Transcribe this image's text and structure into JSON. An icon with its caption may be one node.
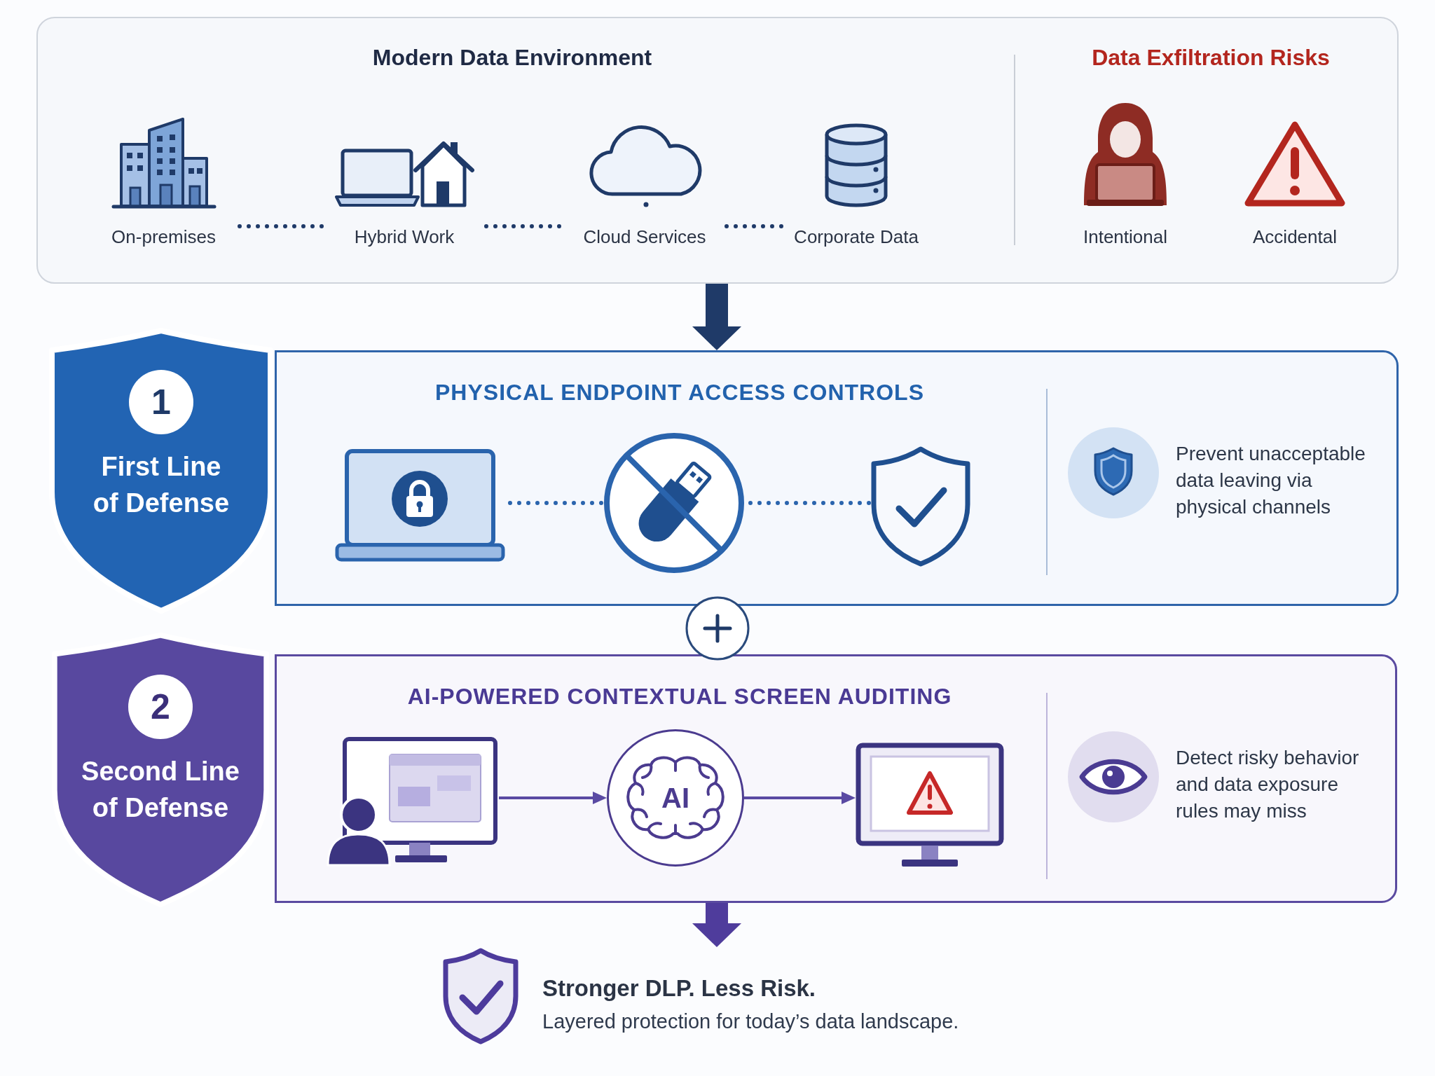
{
  "diagram": {
    "nodes": [
      {
        "text": [
          "Modern Data Environment",
          "Data Exfiltration Risks"
        ]
      },
      {
        "text": [
          "On-premises"
        ],
        "in": 0
      },
      {
        "text": [
          "Hybrid Work"
        ],
        "in": 0
      },
      {
        "text": [
          "Cloud Services"
        ],
        "in": 0
      },
      {
        "text": [
          "Corporate Data"
        ],
        "in": 0
      },
      {
        "text": [
          "Intentional"
        ],
        "in": 0
      },
      {
        "text": [
          "Accidental"
        ],
        "in": 0
      },
      {
        "text": [
          "1",
          "First Line of Defense"
        ]
      },
      {
        "text": [
          "PHYSICAL ENDPOINT ACCESS CONTROLS",
          "Prevent unacceptable data leaving via physical channels"
        ]
      },
      {
        "text": [],
        "shape": "picture",
        "in": 8
      },
      {
        "text": [],
        "shape": "picture",
        "in": 8
      },
      {
        "text": [],
        "shape": "picture",
        "in": 8
      },
      {
        "text": [
          "2",
          "Second Line of Defense"
        ]
      },
      {
        "text": [
          "AI-POWERED CONTEXTUAL SCREEN AUDITING",
          "Detect risky behavior and data exposure rules may miss"
        ]
      },
      {
        "text": [],
        "shape": "picture",
        "in": 13
      },
      {
        "text": [
          "AI"
        ],
        "in": 13
      },
      {
        "text": [],
        "shape": "picture",
        "in": 13
      },
      {
        "text": [
          "Stronger DLP. Less Risk.",
          "Layered protection for today’s data landscape."
        ]
      }
    ],
    "edges": [
      {
        "from": 1,
        "to": 2,
        "arrow": "none",
        "style": "dashed"
      },
      {
        "from": 2,
        "to": 3,
        "arrow": "none",
        "style": "dashed"
      },
      {
        "from": 3,
        "to": 4,
        "arrow": "none",
        "style": "dashed"
      },
      {
        "from": 0,
        "to": 8,
        "arrow": "to",
        "style": "thick"
      },
      {
        "from": 9,
        "to": 10,
        "arrow": "none",
        "style": "dashed",
        "color": "#2a64ad"
      },
      {
        "from": 10,
        "to": 11,
        "arrow": "none",
        "style": "dashed",
        "color": "#2a64ad"
      },
      {
        "from": 14,
        "to": 15,
        "arrow": "to",
        "color": "#5a4aa3"
      },
      {
        "from": 15,
        "to": 16,
        "arrow": "to",
        "color": "#5a4aa3"
      },
      {
        "from": 13,
        "to": 17,
        "arrow": "to",
        "style": "thick",
        "color": "#4f3c9c"
      }
    ]
  }
}
